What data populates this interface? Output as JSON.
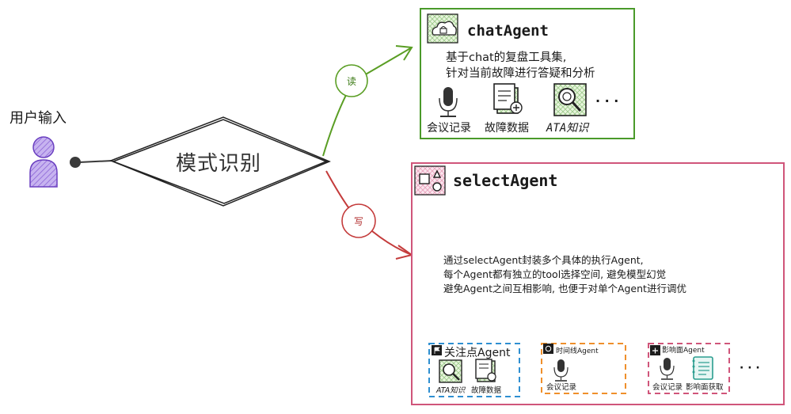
{
  "user": {
    "label": "用户输入"
  },
  "mode": {
    "label": "模式识别"
  },
  "edges": {
    "read": "读",
    "write": "写"
  },
  "chat_agent": {
    "title": "chatAgent",
    "desc_line1": "基于chat的复盘工具集,",
    "desc_line2": "针对当前故障进行答疑和分析",
    "tools": [
      "会议记录",
      "故障数据",
      "ATA知识"
    ],
    "more": "· · ·"
  },
  "select_agent": {
    "title": "selectAgent",
    "desc_line1": "通过selectAgent封装多个具体的执行Agent,",
    "desc_line2": "每个Agent都有独立的tool选择空间, 避免模型幻觉",
    "desc_line3": "避免Agent之间互相影响, 也便于对单个Agent进行调优",
    "sub_agents": [
      {
        "title": "关注点Agent",
        "tools": [
          "ATA知识",
          "故障数据"
        ]
      },
      {
        "title": "时间线Agent",
        "tools": [
          "会议记录"
        ]
      },
      {
        "title": "影响面Agent",
        "tools": [
          "会议记录",
          "影响面获取"
        ]
      }
    ],
    "more": "· · ·"
  },
  "colors": {
    "green": "#4a9a2a",
    "red": "#cc3d4f",
    "pink": "#d0557a",
    "blue": "#2e8fd1",
    "orange": "#ef8f2b",
    "purple": "#7b4fc9"
  }
}
